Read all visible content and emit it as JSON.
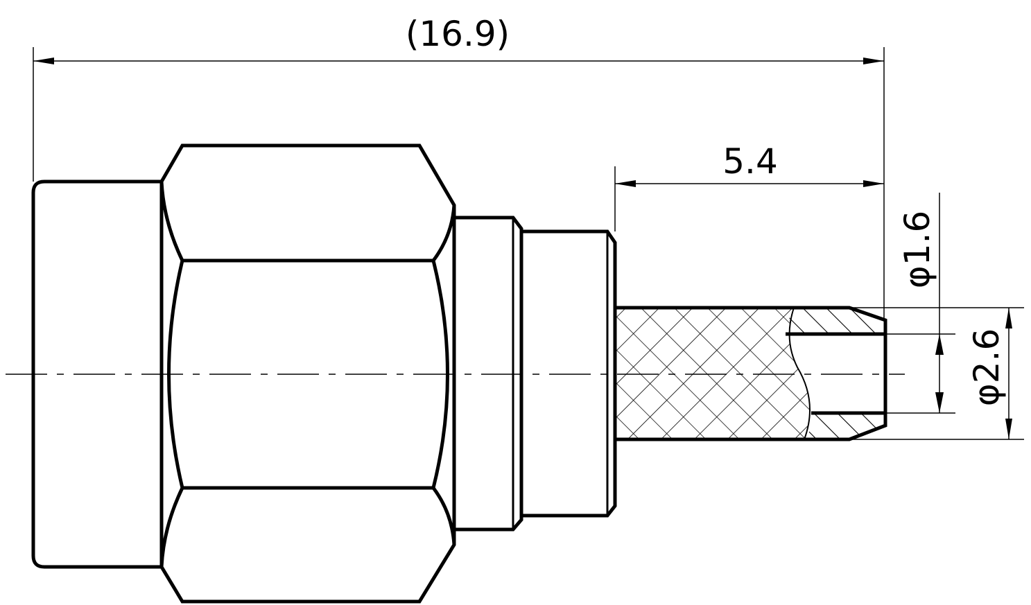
{
  "drawing": {
    "line_color": "#000000",
    "background": "#ffffff"
  },
  "dimensions": {
    "overall_length": "(16.9)",
    "crimp_length": "5.4",
    "inner_diameter": "φ1.6",
    "outer_diameter": "φ2.6"
  }
}
